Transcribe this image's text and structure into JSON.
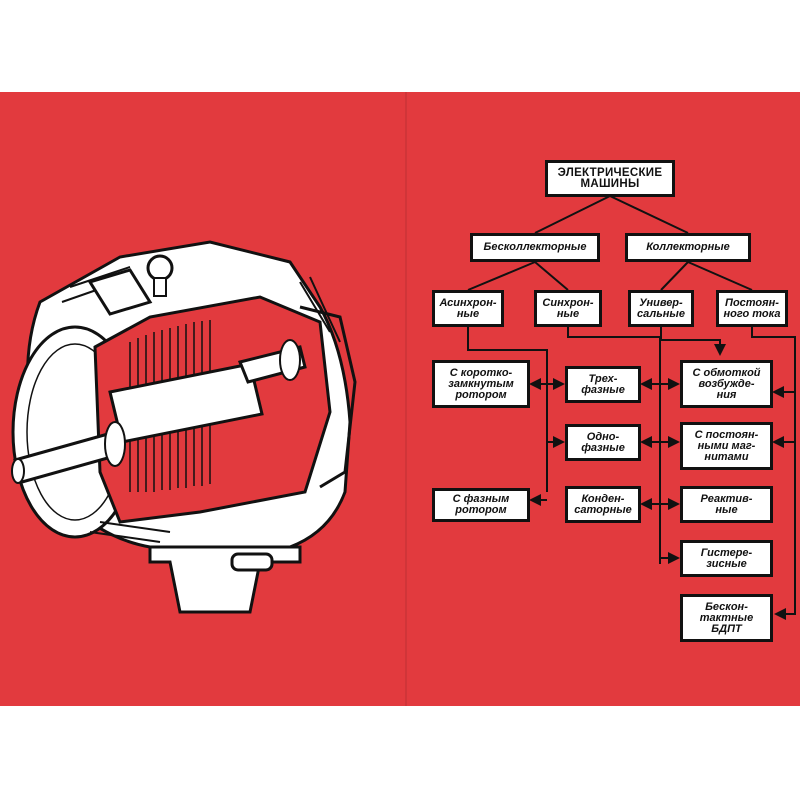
{
  "colors": {
    "background": "#e23a3e",
    "ink": "#111111",
    "box": "#ffffff"
  },
  "illustration": {
    "subject": "cutaway electric motor",
    "icon": "electric-motor-cutaway-icon"
  },
  "tree": {
    "root": "ЭЛЕКТРИЧЕСКИЕ\nМАШИНЫ",
    "brushless": "Бесколлекторные",
    "commutator": "Коллекторные",
    "async": "Асинхрон-\nные",
    "sync": "Синхрон-\nные",
    "universal": "Универ-\nсальные",
    "dc": "Постоян-\nного тока",
    "squirrel": "С коротко-\nзамкнутым\nротором",
    "wound": "С фазным\nротором",
    "three_phase": "Трех-\nфазные",
    "single_phase": "Одно-\nфазные",
    "capacitor": "Конден-\nсаторные",
    "field_winding": "С обмоткой\nвозбужде-\nния",
    "permanent_magnet": "С постоян-\nными маг-\nнитами",
    "reactive": "Реактив-\nные",
    "hysteresis": "Гистере-\nзисные",
    "bldc": "Бескон-\nтактные\nБДПТ"
  }
}
